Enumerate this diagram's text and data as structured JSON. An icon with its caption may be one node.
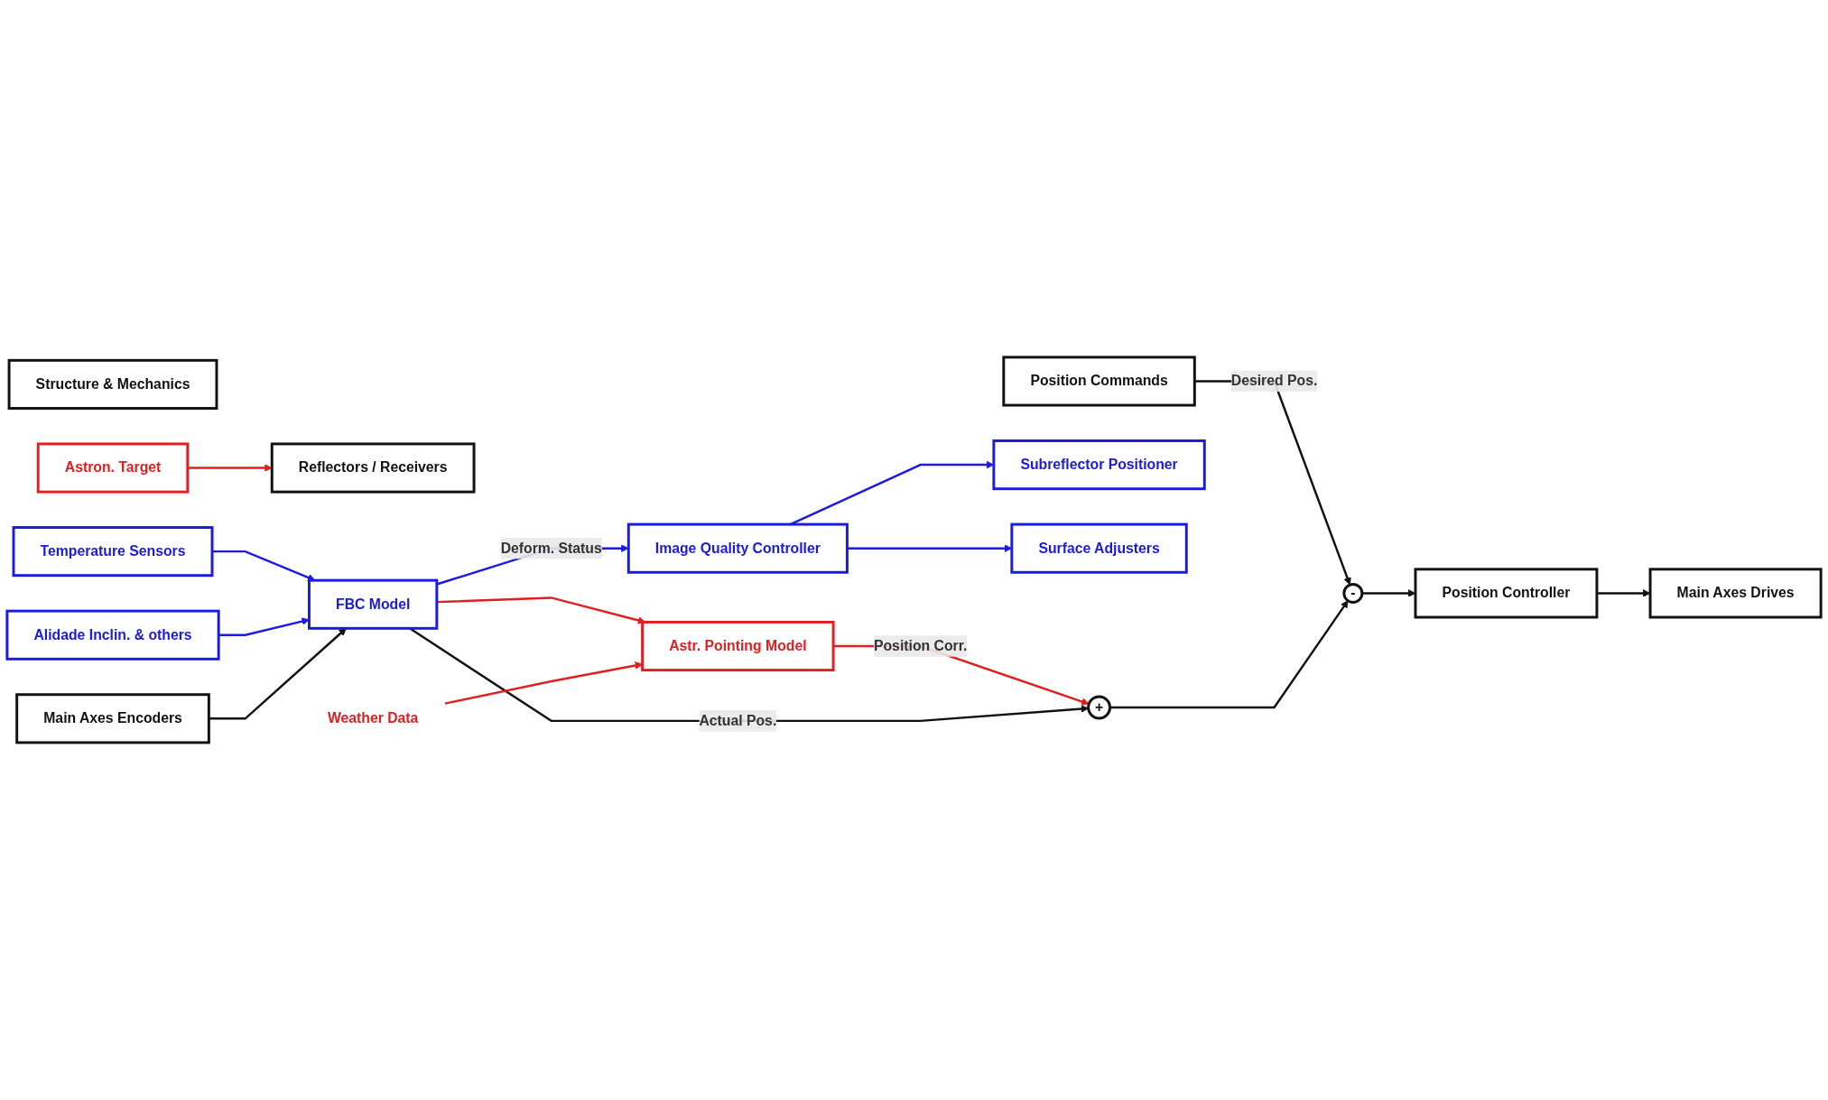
{
  "diagram": {
    "nodes": [
      {
        "text": [
          "Position Commands"
        ]
      },
      {
        "text": [
          "-"
        ]
      },
      {
        "text": [
          "Position Controller"
        ]
      },
      {
        "text": [
          "Main Axes Drives"
        ]
      },
      {
        "text": [
          "Structure & Mechanics"
        ]
      },
      {
        "text": [
          "Reflectors / Receivers"
        ]
      },
      {
        "text": [
          "Astron. Target"
        ]
      },
      {
        "text": [
          "Image Quality Controller"
        ]
      },
      {
        "text": [
          "Subreflector Positioner"
        ]
      },
      {
        "text": [
          "Surface Adjusters"
        ]
      },
      {
        "text": [
          "+"
        ]
      },
      {
        "text": [
          "Temperature Sensors"
        ]
      },
      {
        "text": [
          "Alidade Inclin. & others"
        ]
      },
      {
        "text": [
          "FBC Model"
        ]
      },
      {
        "text": [
          "Astr. Pointing Model"
        ]
      },
      {
        "text": [
          "Main Axes Encoders"
        ]
      },
      {
        "text": [
          "Weather Data"
        ]
      }
    ],
    "edges": [
      {
        "from": 0,
        "to": 1,
        "arrow": "to",
        "label": "Desired Pos."
      },
      {
        "from": 1,
        "to": 2,
        "arrow": "to"
      },
      {
        "from": 2,
        "to": 3,
        "arrow": "to"
      },
      {
        "from": 10,
        "to": 1,
        "arrow": "to"
      },
      {
        "from": 14,
        "to": 10,
        "arrow": "to",
        "label": "Position Corr.",
        "color": "#e02020"
      },
      {
        "from": 13,
        "to": 10,
        "arrow": "to",
        "label": "Actual Pos."
      },
      {
        "from": 13,
        "to": 14,
        "arrow": "to",
        "color": "#e02020"
      },
      {
        "from": 16,
        "to": 14,
        "arrow": "to",
        "color": "#e02020"
      },
      {
        "from": 13,
        "to": 7,
        "arrow": "to",
        "label": "Deform. Status",
        "color": "#1a1ae0"
      },
      {
        "from": 7,
        "to": 8,
        "arrow": "to",
        "color": "#1a1ae0"
      },
      {
        "from": 7,
        "to": 9,
        "arrow": "to",
        "color": "#1a1ae0"
      },
      {
        "from": 11,
        "to": 13,
        "arrow": "to",
        "color": "#1a1ae0"
      },
      {
        "from": 12,
        "to": 13,
        "arrow": "to",
        "color": "#1a1ae0"
      },
      {
        "from": 15,
        "to": 13,
        "arrow": "to"
      },
      {
        "from": 6,
        "to": 5,
        "arrow": "to",
        "color": "#e02020"
      }
    ]
  }
}
